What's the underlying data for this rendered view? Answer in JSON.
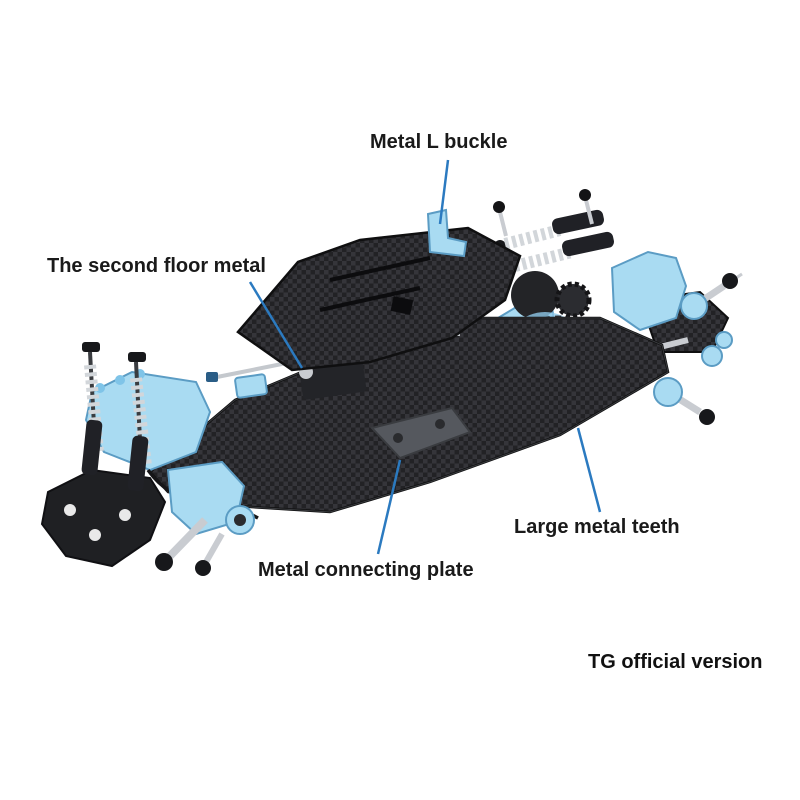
{
  "annotations": {
    "metal_l_buckle": "Metal L buckle",
    "second_floor_metal": "The second floor metal",
    "metal_connecting_plate": "Metal connecting plate",
    "large_metal_teeth": "Large metal teeth",
    "version_caption": "TG official version"
  },
  "colors": {
    "leader_line": "#2b7ac0",
    "aluminum_blue": "#a9dbf2",
    "aluminum_blue_edge": "#5b9cc4",
    "carbon_dark": "#232327",
    "metal_silver": "#c9ccd1",
    "text": "#1a1a1a",
    "background": "#ffffff"
  }
}
